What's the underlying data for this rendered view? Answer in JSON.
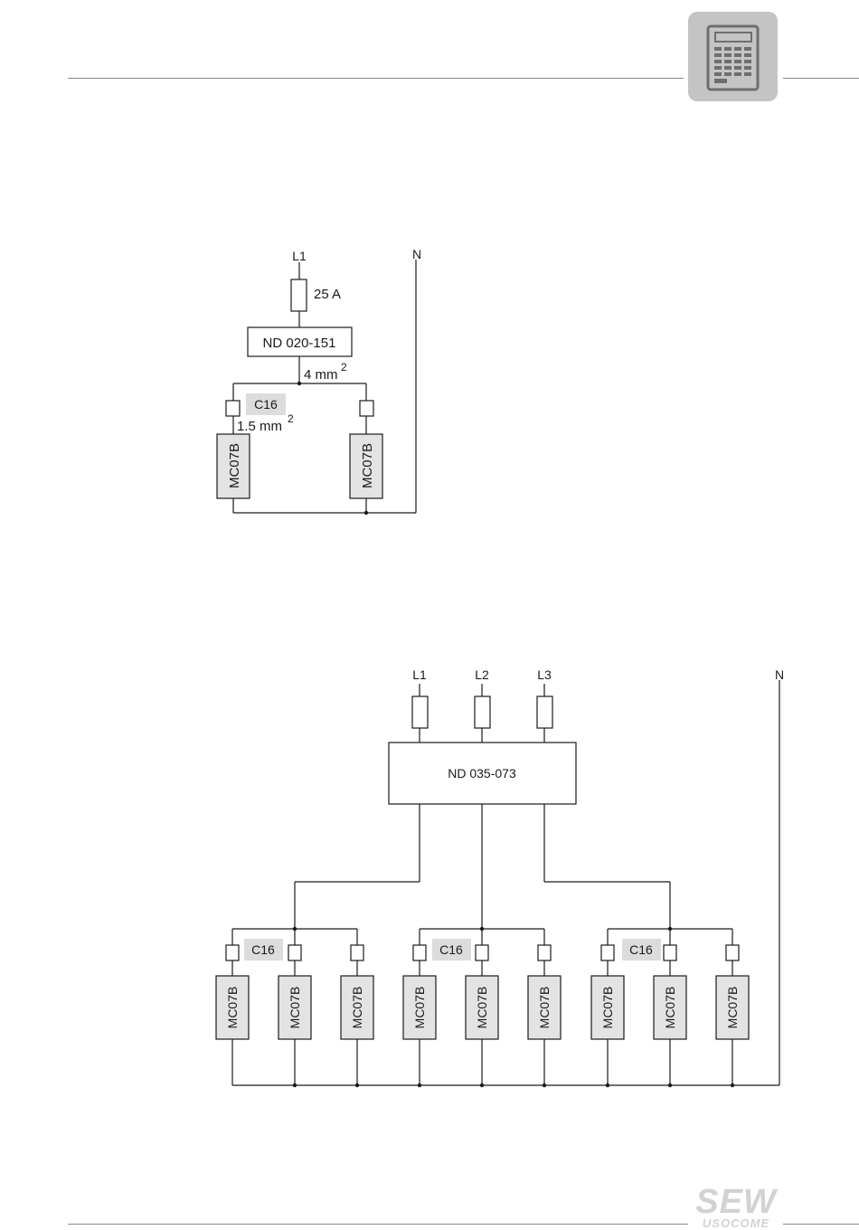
{
  "header": {
    "icon": "calculator-icon"
  },
  "diagram1": {
    "line_label": "L1",
    "neutral_label": "N",
    "fuse_rating": "25 A",
    "filter_label": "ND 020-151",
    "wire_cross_section": "4 mm",
    "wire_superscript": "2",
    "breaker_label": "C16",
    "branch_cross_section": "1.5 mm",
    "branch_superscript": "2",
    "devices": [
      "MC07B",
      "MC07B"
    ]
  },
  "diagram2": {
    "line_labels": [
      "L1",
      "L2",
      "L3"
    ],
    "neutral_label": "N",
    "filter_label": "ND 035-073",
    "breaker_labels": [
      "C16",
      "C16",
      "C16"
    ],
    "devices": [
      "MC07B",
      "MC07B",
      "MC07B",
      "MC07B",
      "MC07B",
      "MC07B",
      "MC07B",
      "MC07B",
      "MC07B"
    ]
  },
  "footer": {
    "logo_main": "SEW",
    "logo_sub": "USOCOME"
  }
}
